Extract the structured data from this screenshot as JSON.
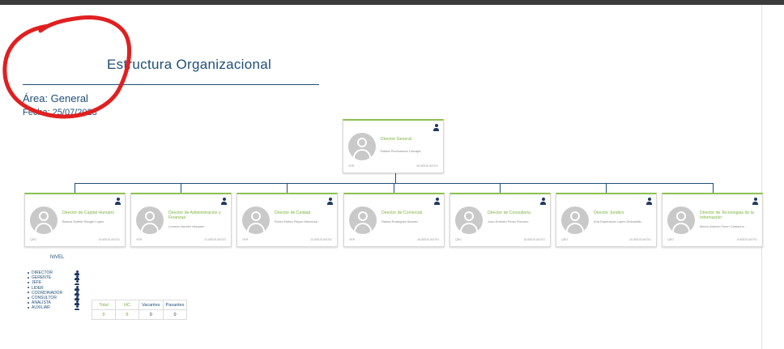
{
  "document": {
    "title": "Estructura Organizacional",
    "area": "Área: General",
    "fecha": "Fecha: 25/07/2023"
  },
  "root_card": {
    "role": "Director General",
    "name": "Rafael Pinchuenca Carvajal",
    "code": "VER",
    "years": "28 AÑOS ANTIG"
  },
  "cards": [
    {
      "role": "Director de Capital Humano",
      "name": "Blanca Estelle Rangel Lopez",
      "code": "QRO",
      "years": "15 AÑOS ANTIG"
    },
    {
      "role": "Director de Administracion y Finanzas",
      "name": "Lorenzo Aurelio Vazquez",
      "code": "VER",
      "years": "21 AÑOS ANTIG"
    },
    {
      "role": "Director de Calidad",
      "name": "Rocio Esther Reyes Mendoza",
      "code": "VER",
      "years": "23 AÑOS ANTIG"
    },
    {
      "role": "Director de Comercial",
      "name": "Rafael Rodriguez Alvarez",
      "code": "VER",
      "years": "16 AÑOS ANTIG"
    },
    {
      "role": "Director de Consultoria",
      "name": "Juan Ernesto Perez Romero",
      "code": "QRO",
      "years": "18 AÑOS ANTIG"
    },
    {
      "role": "Director Juridico",
      "name": "Ana Esperanza Lopez Delcastillo",
      "code": "QRO",
      "years": "20 AÑOS ANTIG"
    },
    {
      "role": "Director de Tecnologias de la Información",
      "name": "Marco Antonio Teron Camacho",
      "code": "QRO",
      "years": "8 AÑOS ANTIG"
    }
  ],
  "nivel": {
    "title": "NIVEL",
    "items": [
      "DIRECTOR",
      "GERENTE",
      "JEFE",
      "LIDER",
      "COORDINADOR",
      "CONSULTOR",
      "ANALISTA",
      "AUXILIAR"
    ]
  },
  "stats": {
    "headers": [
      "Total",
      "HC",
      "Vacantes",
      "Pasantes"
    ],
    "values": [
      "8",
      "8",
      "0",
      "0"
    ]
  },
  "colors": {
    "accent_green": "#7cb342",
    "navy": "#1f4e79",
    "annotation_red": "#e02020"
  },
  "icons": {
    "card_icon": "person-icon",
    "avatar": "user-avatar-icon"
  }
}
